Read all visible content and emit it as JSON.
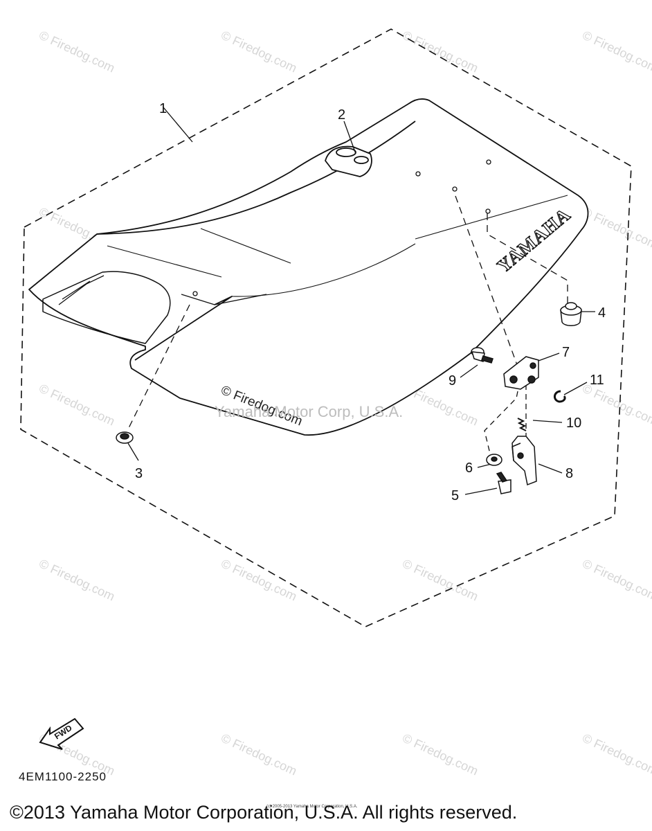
{
  "diagram": {
    "drawing_code": "4EM1100-2250",
    "fwd_label": "FWD",
    "seat_brand": "YAMAHA",
    "seat_sticker": "© Firedog.com",
    "center_watermark": "Yamaha Motor Corp, U.S.A.",
    "tiny_note": "(c) 2005-2013 Yamaha Motor Corporation, U.S.A.",
    "watermark": "© Firedog.com",
    "callouts": [
      "1",
      "2",
      "3",
      "4",
      "5",
      "6",
      "7",
      "8",
      "9",
      "10",
      "11"
    ]
  },
  "footer": {
    "copyright": "©2013 Yamaha Motor Corporation, U.S.A. All rights reserved."
  },
  "colors": {
    "line": "#111111",
    "watermark": "#d6d6d6",
    "background": "#ffffff"
  }
}
